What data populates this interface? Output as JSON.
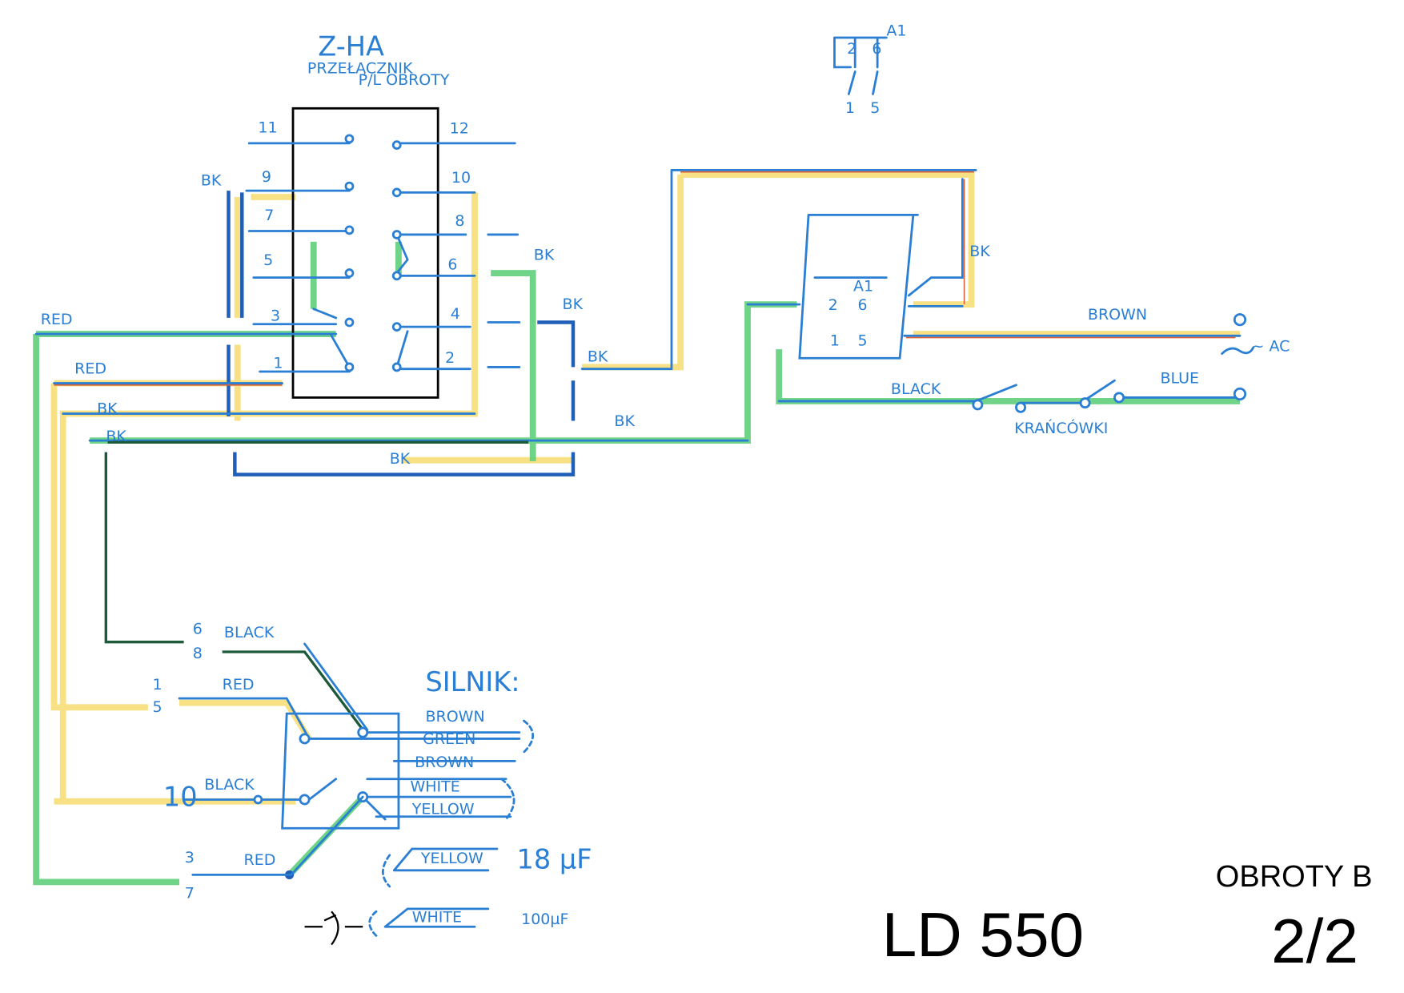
{
  "title": {
    "line1": "Z-HA",
    "line2": "PRZEŁĄCZNIK",
    "line3": "P/L OBROTY"
  },
  "switch": {
    "left_terminals": [
      "11",
      "9",
      "7",
      "5",
      "3",
      "1"
    ],
    "right_terminals": [
      "12",
      "10",
      "8",
      "6",
      "4",
      "2"
    ]
  },
  "relay_sketch": {
    "label": "A1",
    "top": [
      "2",
      "6"
    ],
    "bottom": [
      "1",
      "5"
    ]
  },
  "relay": {
    "a1": "A1",
    "t2": "2",
    "t6": "6",
    "t1": "1",
    "t5": "5"
  },
  "wire_labels": {
    "bk": "BK",
    "red_left": "RED",
    "red_mid": "RED",
    "brown_ac": "BROWN",
    "ac": "~ AC",
    "blue": "BLUE",
    "black_ac": "BLACK",
    "limit_switches": "KRAŃCÓWKI"
  },
  "motor": {
    "title": "SILNIK:",
    "inputs": [
      {
        "num": "6\n8",
        "top": "6",
        "bottom": "8",
        "wire": "BLACK"
      },
      {
        "top": "1",
        "bottom": "5",
        "wire": "RED"
      },
      {
        "num": "10",
        "wire": "BLACK"
      },
      {
        "top": "3",
        "bottom": "7",
        "wire": "RED"
      }
    ],
    "leads": [
      "BROWN",
      "GREEN",
      "BROWN",
      "WHITE",
      "YELLOW"
    ],
    "capacitors": [
      {
        "wire": "YELLOW",
        "value": "18 µF"
      },
      {
        "wire": "WHITE",
        "value": "100µF"
      }
    ]
  },
  "footer": {
    "subtitle": "OBROTY B",
    "model": "LD 550",
    "page": "2/2"
  },
  "colors": {
    "ink": "#2a7fd4",
    "highlight_yellow": "#f7dc6f",
    "highlight_green": "#5fcf7a"
  }
}
